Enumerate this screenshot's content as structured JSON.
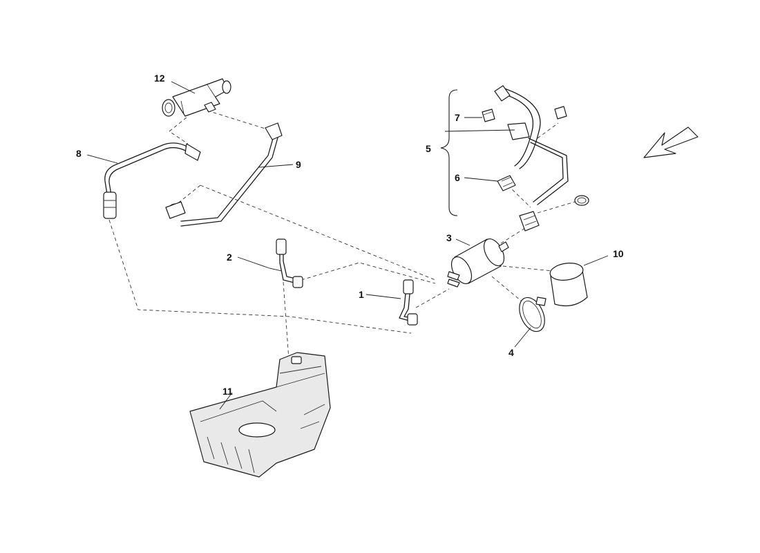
{
  "callouts": {
    "c1": "1",
    "c2": "2",
    "c3": "3",
    "c4": "4",
    "c5": "5",
    "c6": "6",
    "c7": "7",
    "c8": "8",
    "c9": "9",
    "c10": "10",
    "c11": "11",
    "c12": "12"
  },
  "icons": {
    "direction_arrow": "arrow-down-left-icon"
  }
}
